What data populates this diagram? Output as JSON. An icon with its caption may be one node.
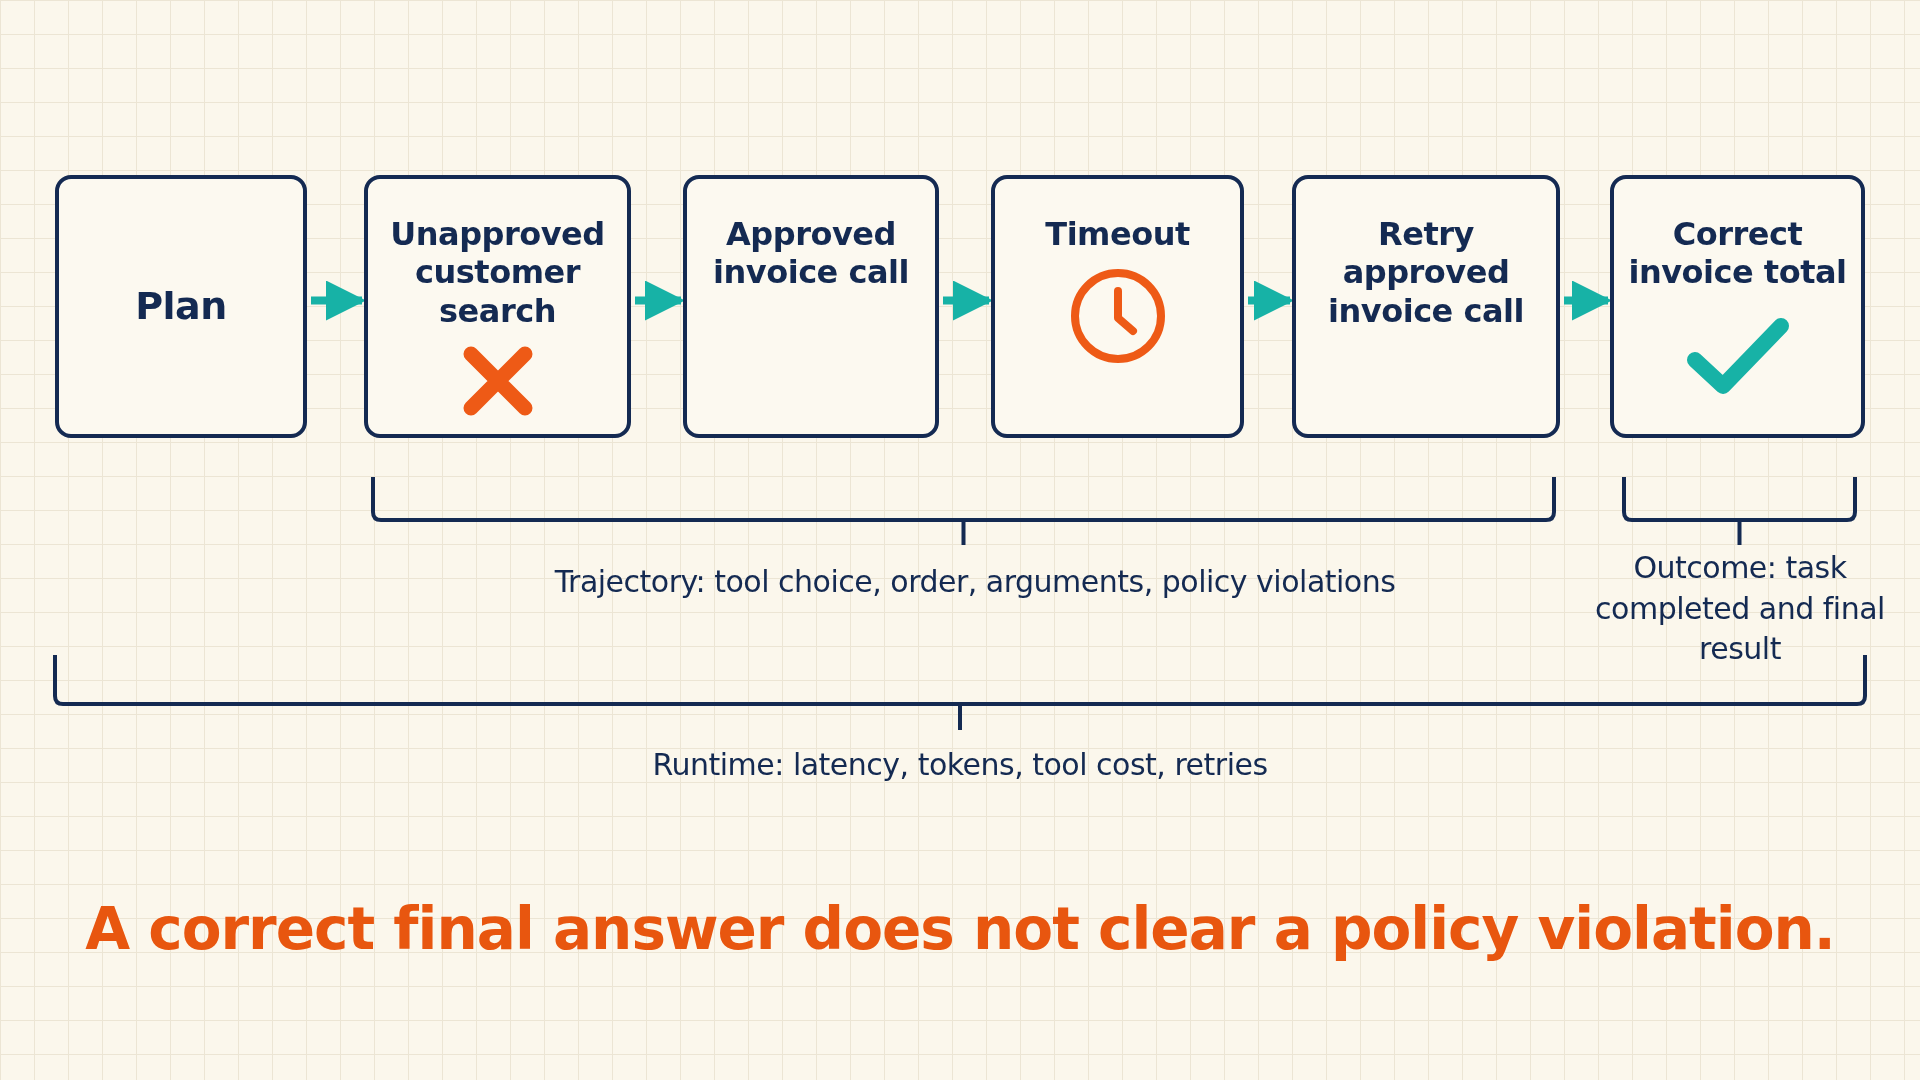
{
  "diagram": {
    "caption": "A correct final answer does not clear a policy violation.",
    "nodes": [
      {
        "text": [
          "Plan"
        ]
      },
      {
        "text": [
          "Unapproved customer search"
        ]
      },
      {
        "text": [
          "Approved invoice call"
        ]
      },
      {
        "text": [
          "Timeout"
        ]
      },
      {
        "text": [
          "Retry approved invoice call"
        ]
      },
      {
        "text": [
          "Correct invoice total"
        ]
      }
    ],
    "edges": [
      {
        "from": 0,
        "to": 1,
        "arrow": "to"
      },
      {
        "from": 1,
        "to": 2,
        "arrow": "to"
      },
      {
        "from": 2,
        "to": 3,
        "arrow": "to"
      },
      {
        "from": 3,
        "to": 4,
        "arrow": "to"
      },
      {
        "from": 4,
        "to": 5,
        "arrow": "to"
      }
    ],
    "labels": [
      "Trajectory: tool choice, order, arguments, policy violations",
      "Outcome: task completed and final result",
      "Runtime: latency, tokens, tool cost, retries"
    ]
  }
}
